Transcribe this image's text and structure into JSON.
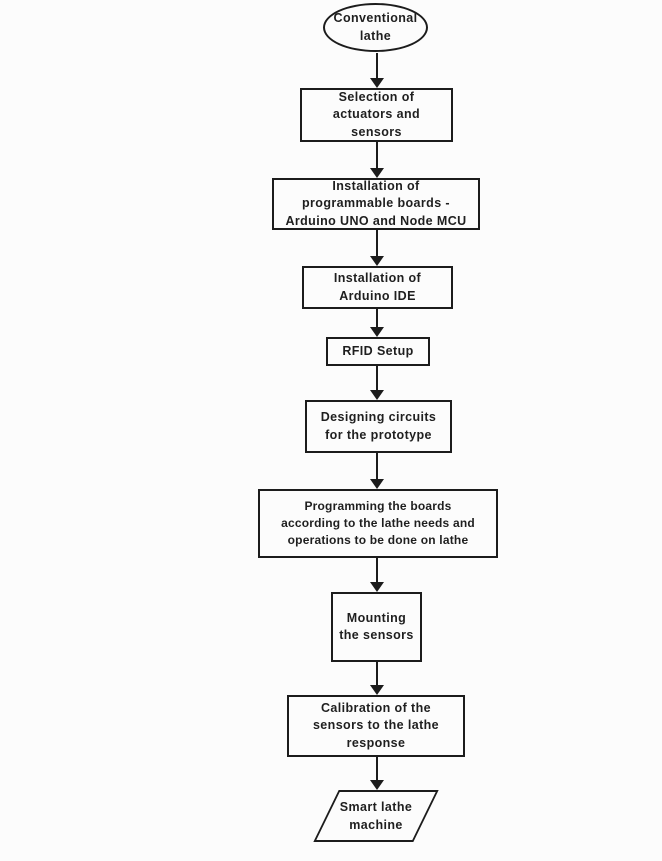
{
  "page": {
    "background_color": "#fcfcfc",
    "line_color": "#1c1c1c",
    "text_color": "#1f1f1f"
  },
  "flowchart": {
    "nodes": [
      {
        "id": "conventional-lathe",
        "shape": "ellipse",
        "role": "start-terminator",
        "label": "Conventional\nlathe"
      },
      {
        "id": "selection-actuators-sensors",
        "shape": "rect",
        "role": "process",
        "label": "Selection of\nactuators and\nsensors"
      },
      {
        "id": "installation-boards",
        "shape": "rect",
        "role": "process",
        "label": "Installation of\nprogrammable boards -\nArduino UNO and Node MCU"
      },
      {
        "id": "installation-ide",
        "shape": "rect",
        "role": "process",
        "label": "Installation of\nArduino IDE"
      },
      {
        "id": "rfid-setup",
        "shape": "rect",
        "role": "process",
        "label": "RFID Setup"
      },
      {
        "id": "designing-circuits",
        "shape": "rect",
        "role": "process",
        "label": "Designing circuits\nfor the prototype"
      },
      {
        "id": "programming-boards",
        "shape": "rect",
        "role": "process",
        "label": "Programming the boards\naccording to the lathe needs and\noperations to be done on lathe"
      },
      {
        "id": "mounting-sensors",
        "shape": "rect",
        "role": "process",
        "label": "Mounting\nthe sensors"
      },
      {
        "id": "calibration-sensors",
        "shape": "rect",
        "role": "process",
        "label": "Calibration of the\nsensors to the lathe\nresponse"
      },
      {
        "id": "smart-lathe-machine",
        "shape": "parallelogram",
        "role": "end-output",
        "label": "Smart lathe\nmachine"
      }
    ],
    "edges": [
      {
        "from": "conventional-lathe",
        "to": "selection-actuators-sensors"
      },
      {
        "from": "selection-actuators-sensors",
        "to": "installation-boards"
      },
      {
        "from": "installation-boards",
        "to": "installation-ide"
      },
      {
        "from": "installation-ide",
        "to": "rfid-setup"
      },
      {
        "from": "rfid-setup",
        "to": "designing-circuits"
      },
      {
        "from": "designing-circuits",
        "to": "programming-boards"
      },
      {
        "from": "programming-boards",
        "to": "mounting-sensors"
      },
      {
        "from": "mounting-sensors",
        "to": "calibration-sensors"
      },
      {
        "from": "calibration-sensors",
        "to": "smart-lathe-machine"
      }
    ]
  }
}
